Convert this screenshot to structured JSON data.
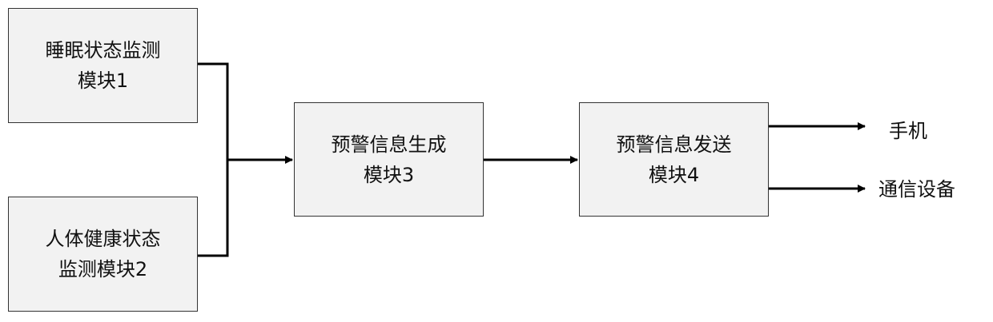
{
  "diagram": {
    "nodes": {
      "sleep_monitor": {
        "line1": "睡眠状态监测",
        "line2": "模块1"
      },
      "health_monitor": {
        "line1": "人体健康状态",
        "line2": "监测模块2"
      },
      "warning_generate": {
        "line1": "预警信息生成",
        "line2": "模块3"
      },
      "warning_send": {
        "line1": "预警信息发送",
        "line2": "模块4"
      }
    },
    "outputs": {
      "phone": "手机",
      "comm_device": "通信设备"
    }
  }
}
